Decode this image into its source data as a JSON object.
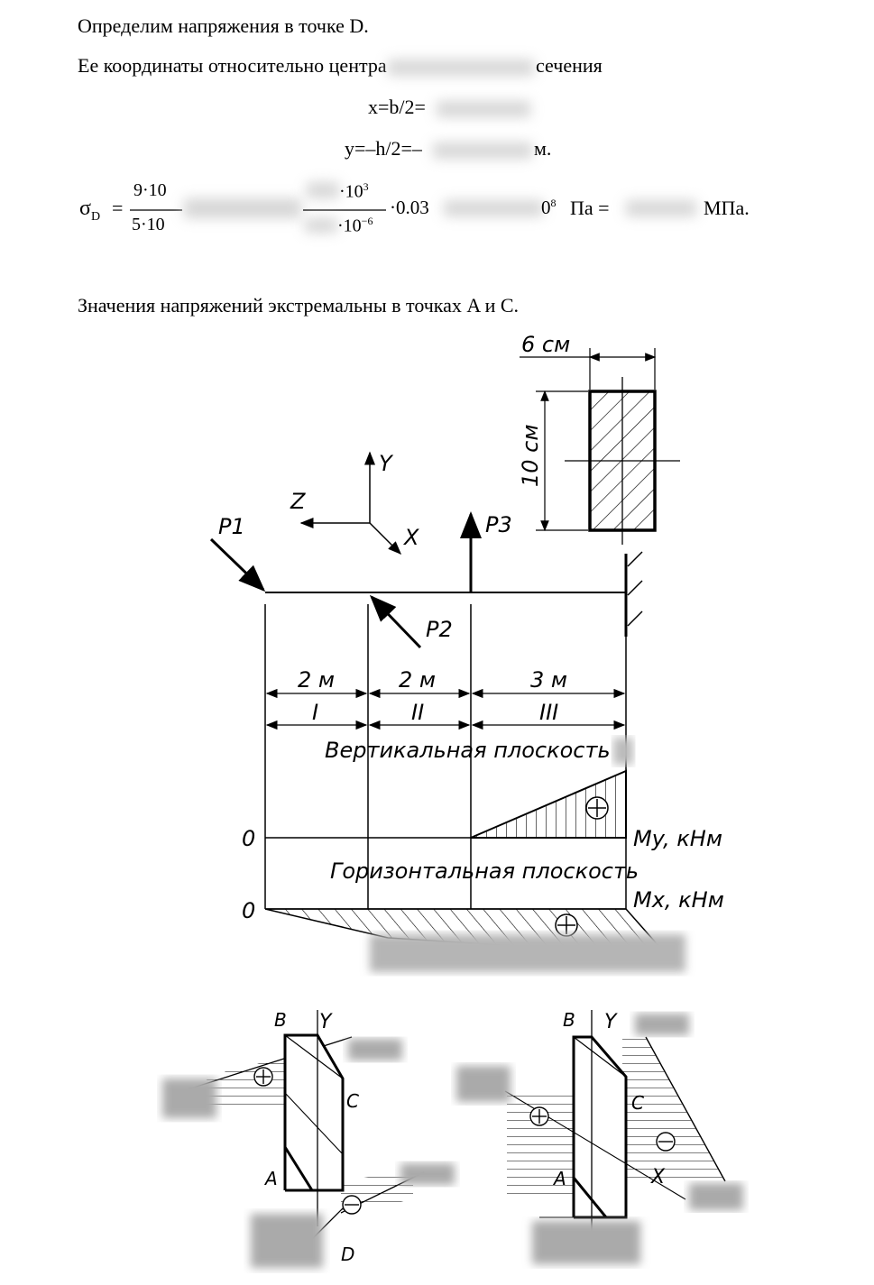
{
  "text": {
    "line1": "Определим напряжения в точке D.",
    "line2_a": "Ее координаты относительно центра",
    "line2_b": "сечения",
    "eq_x": "x=b/2=",
    "eq_y_a": "y=–h/2=–",
    "eq_y_b": "м.",
    "sigma": "σ",
    "sigma_sub": "D",
    "equals": "=",
    "frac1_num": "9·10",
    "frac1_den": "5·10",
    "frac2_num": "·10",
    "frac2_num_sup": "3",
    "frac2_den": "·10",
    "frac2_den_sup": "−6",
    "mult_003": "·0.03",
    "ten_8": "0",
    "ten_8_sup": "8",
    "pa_eq": "Па =",
    "mpa": "МПа.",
    "line4": "Значения напряжений экстремальны в точках A и C."
  },
  "drawing": {
    "dim_width": "6 см",
    "dim_height": "10 см",
    "axis_y": "Y",
    "axis_z": "Z",
    "axis_x": "X",
    "force_p1": "P1",
    "force_p2": "P2",
    "force_p3": "P3",
    "span1": "2 м",
    "span2": "2 м",
    "span3": "3 м",
    "sec1": "I",
    "sec2": "II",
    "sec3": "III",
    "vertical_plane": "Вертикальная плоскость",
    "horizontal_plane": "Горизонтальная плоскость",
    "zero_my": "0",
    "zero_mx": "0",
    "my_label": "My, кНм",
    "mx_label": "Mx, кНм",
    "plus": "⊕",
    "left_b": "B",
    "left_y": "Y",
    "left_a": "A",
    "left_d": "D",
    "left_c": "C",
    "right_b": "B",
    "right_y": "Y",
    "right_a": "A",
    "right_c": "C",
    "right_x": "X",
    "minus": "⊖"
  }
}
